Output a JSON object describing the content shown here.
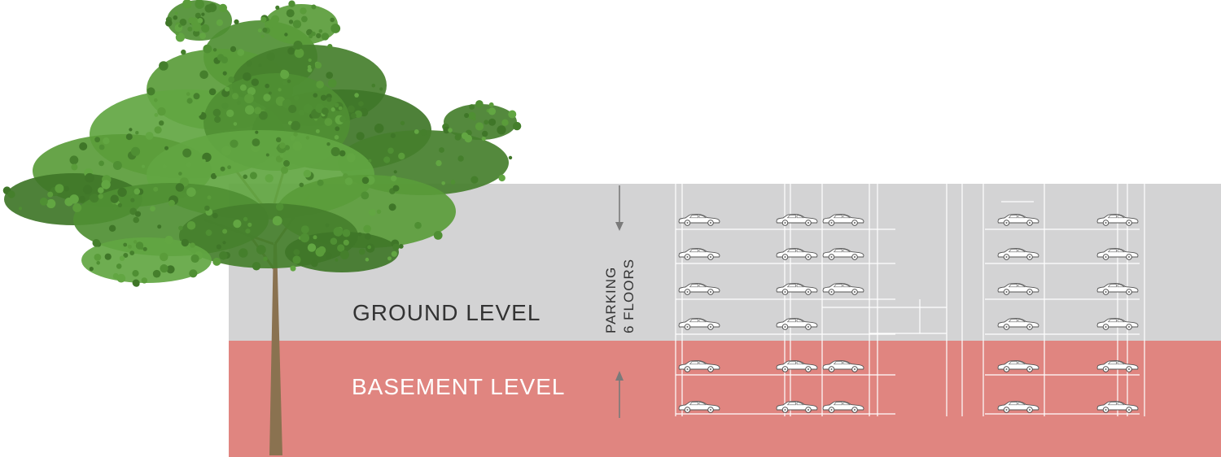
{
  "labels": {
    "ground": "GROUND LEVEL",
    "basement": "BASEMENT LEVEL",
    "parking_line1": "PARKING",
    "parking_line2": "6 FLOORS"
  },
  "colors": {
    "ground_band": "#d3d3d4",
    "basement_band": "#e08580",
    "structure_lines": "#ffffff",
    "tree_foliage": "#4f8f33",
    "tree_trunk": "#8a7250",
    "ground_text": "#333333",
    "basement_text": "#ffffff",
    "arrow": "#7a7a7a"
  },
  "icons": {
    "car": "car-icon",
    "tree": "tree-illustration",
    "arrow_down": "arrow-down-icon",
    "arrow_up": "arrow-up-icon"
  },
  "parking": {
    "floors": 6,
    "ground_floors": 4,
    "basement_floors": 2
  }
}
